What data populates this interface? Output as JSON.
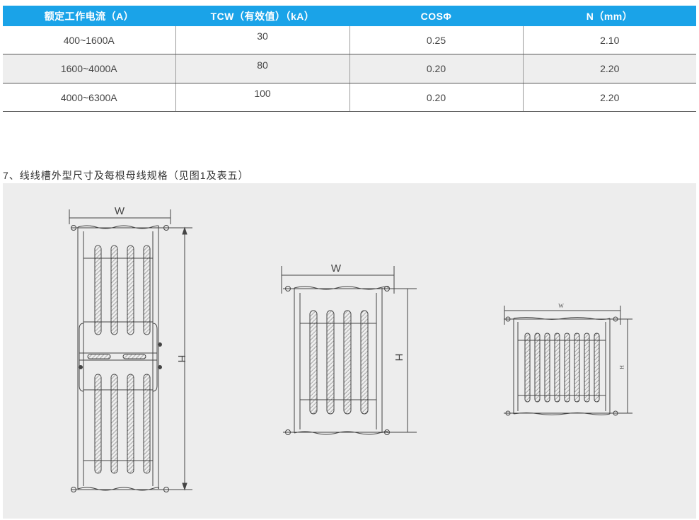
{
  "table": {
    "headers": [
      "额定工作电流（A）",
      "TCW（有效值）（kA）",
      "COSΦ",
      "N（mm）"
    ],
    "rows": [
      [
        "400~1600A",
        "30",
        "0.25",
        "2.10"
      ],
      [
        "1600~4000A",
        "80",
        "0.20",
        "2.20"
      ],
      [
        "4000~6300A",
        "100",
        "0.20",
        "2.20"
      ]
    ]
  },
  "section": {
    "heading": "7、线线槽外型尺寸及每根母线规格（见图1及表五）"
  },
  "figures": [
    {
      "width_label": "W",
      "height_label": "H",
      "bars": 4
    },
    {
      "width_label": "W",
      "height_label": "H",
      "bars": 4
    },
    {
      "width_label": "W",
      "height_label": "H",
      "bars": 8
    }
  ]
}
